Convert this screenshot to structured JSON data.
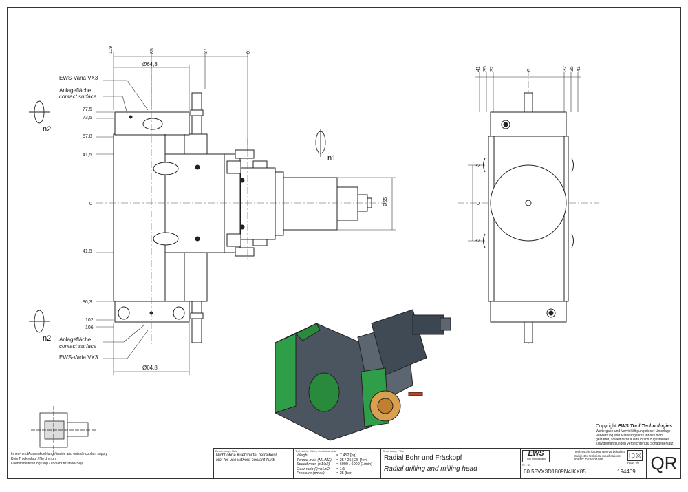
{
  "drawing": {
    "front_dims_top": [
      "119",
      "85",
      "37",
      "0"
    ],
    "dia_top": "Ø64,8",
    "dia_bottom": "Ø64,8",
    "dia_shaft": "Ø55",
    "left_dims": [
      "77,5",
      "73,5",
      "57,8",
      "41,5",
      "0",
      "41,5",
      "86,3",
      "102",
      "106"
    ],
    "right_dims_top": [
      "41",
      "35",
      "32",
      "0",
      "32",
      "35",
      "41"
    ],
    "right_dims_side": [
      "32",
      "0",
      "32"
    ],
    "labels": {
      "ews_top": "EWS-Varia VX3",
      "anlage_top": "Anlagefläche",
      "contact_top": "contact surface",
      "anlage_bottom": "Anlagefläche",
      "contact_bottom": "contact surface",
      "ews_bottom": "EWS-Varia VX3",
      "n2_top": "n2",
      "n2_bottom": "n2",
      "n1": "n1"
    }
  },
  "coolant_note": {
    "line1": "Innen- und Aussenkuehlung / inside and outside coolant supply",
    "line2": "Kein Trockenlauf / No dry run",
    "line3": "Kuehlmittelfilterung<50µ / coolant filtration<50µ"
  },
  "copyright": {
    "title_prefix": "Copyright ",
    "title_brand": "EWS Tool Technologies",
    "lines": [
      "Weitergabe und Vervielfältigung dieser Unterlage,",
      "Verwertung und Mitteilung ihres Inhalts nicht",
      "gestattet, soweit nicht ausdrücklich zugestanden.",
      "Zuwiderhandlungen verpflichten zu Schadenersatz."
    ]
  },
  "title_block": {
    "remark_header": "Bemerkung - Note",
    "remark_de": "Nicht ohne Kuehlmittel betreiben!",
    "remark_en": "Not for use without coolant-fluid!",
    "tech_header": "Technische Daten - technical data",
    "tech_rows": [
      {
        "label": "Weight",
        "value": "= 7.452 [kg]"
      },
      {
        "label": "Torque max (M1/M2)",
        "value": "= 25 / 25 | 25 [Nm]"
      },
      {
        "label": "Speed max. (n1/n2)",
        "value": "= 6000 / 6000 [1/min]"
      },
      {
        "label": "Gear ratio (i)=n1/n2",
        "value": "= 1:1"
      },
      {
        "label": "Pressure (pmax)",
        "value": "= 25 [bar]"
      }
    ],
    "name_header": "Benennung - Title",
    "title_de": "Radial Bohr und Fräskopf",
    "title_en": "Radial drilling and milling head",
    "logo": "EWS",
    "logo_sub": "Tool Technologies",
    "changes_de": "Technische Änderungen vorbehalten!",
    "changes_en": "Subject to technical modifications!",
    "ident": "IDENT: DEWS21999",
    "rev": "REV: -/0",
    "nr_header": "Nr. - No.",
    "part_no": "60.55VX3D1809N4IKX85",
    "sheet_no": "194409",
    "qr": "QR"
  }
}
